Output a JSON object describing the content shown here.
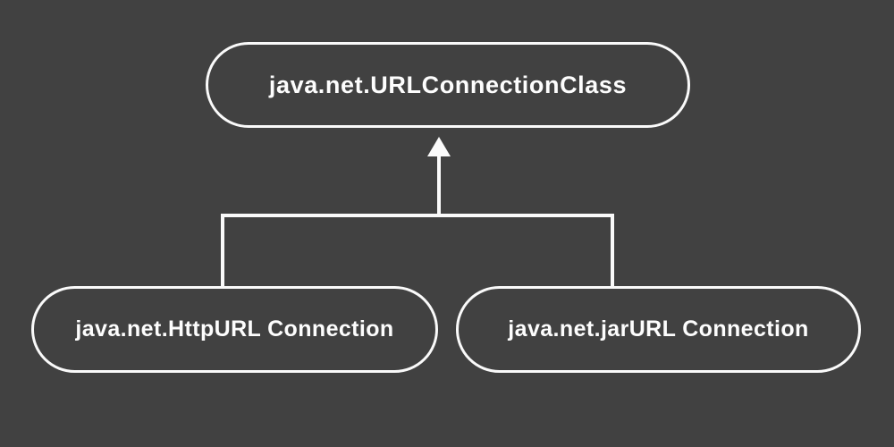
{
  "diagram": {
    "type": "class-inheritance-hierarchy",
    "background_color": "#414141",
    "line_color": "#fafafa",
    "text_color": "#fdfdfd",
    "nodes": {
      "parent": {
        "label": "java.net.URLConnectionClass"
      },
      "child_left": {
        "label": "java.net.HttpURL Connection"
      },
      "child_right": {
        "label": "java.net.jarURL Connection"
      }
    },
    "relationship": "children point up to parent with an upward arrow"
  }
}
